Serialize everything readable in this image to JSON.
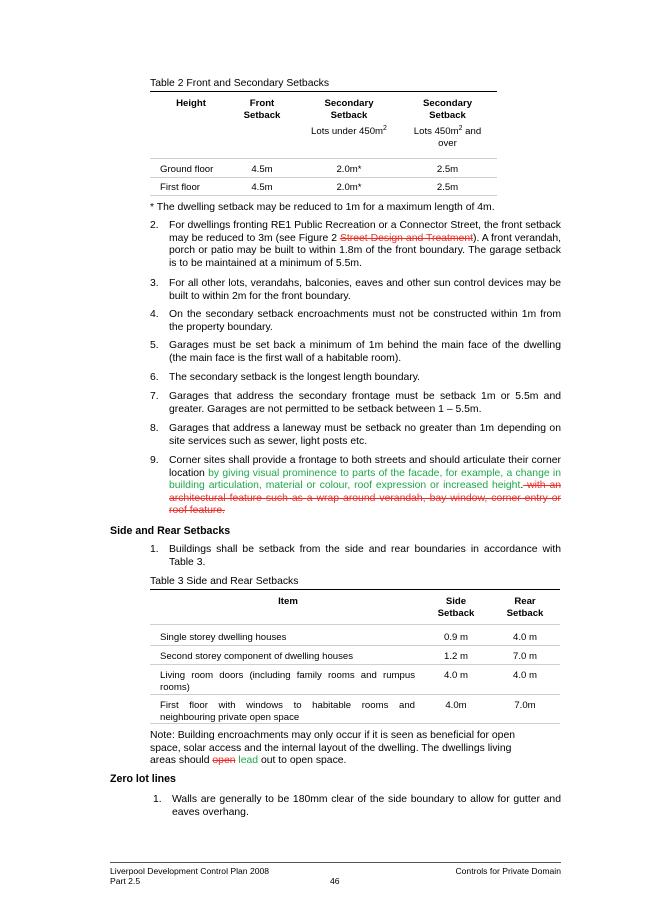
{
  "table2": {
    "caption": "Table 2 Front and Secondary Setbacks",
    "headers": {
      "height": "Height",
      "front_line1": "Front",
      "front_line2": "Setback",
      "sec1_line1": "Secondary",
      "sec1_line2": "Setback",
      "sec2_line1": "Secondary",
      "sec2_line2": "Setback"
    },
    "sub": {
      "sec1_text": "Lots under 450m",
      "sec1_sup": "2",
      "sec2_text": "Lots 450m",
      "sec2_sup": "2",
      "sec2_tail": " and",
      "sec2_line2": "over"
    },
    "rows": [
      {
        "label": "Ground floor",
        "front": "4.5m",
        "sec_under": "2.0m*",
        "sec_over": "2.5m"
      },
      {
        "label": "First floor",
        "front": "4.5m",
        "sec_under": "2.0m*",
        "sec_over": "2.5m"
      }
    ],
    "footnote": "* The dwelling setback may be reduced to 1m for a maximum length of 4m."
  },
  "items": {
    "i2": {
      "num": "2.",
      "a": "For dwellings fronting RE1 Public Recreation or a Connector Street, the front setback may be reduced to 3m (see Figure 2 ",
      "del": "Street Design and Treatment",
      "b": "). A front verandah, porch or patio may be built to within 1.8m of the front boundary. The garage setback is to be maintained at a minimum of 5.5m."
    },
    "i3": {
      "num": "3.",
      "text": "For all other lots, verandahs, balconies, eaves and other sun control devices may be built to within 2m for the front boundary."
    },
    "i4": {
      "num": "4.",
      "text": "On the secondary setback encroachments must not be constructed within 1m from the property boundary."
    },
    "i5": {
      "num": "5.",
      "text": "Garages must be set back a minimum of 1m behind the main face of the dwelling (the main face is the first wall of a habitable room)."
    },
    "i6": {
      "num": "6.",
      "text": "The secondary setback is the longest length boundary."
    },
    "i7": {
      "num": "7.",
      "text": "Garages that address the secondary frontage must be setback 1m or 5.5m and greater. Garages are not permitted to be setback between 1 – 5.5m."
    },
    "i8": {
      "num": "8.",
      "text": "Garages that address a laneway must be setback no greater than 1m depending on site services such as sewer, light posts etc."
    },
    "i9": {
      "num": "9.",
      "a": "Corner sites shall provide a frontage to both streets and should articulate their corner location ",
      "ins": "by giving visual prominence to parts of the facade, for example, a change in building articulation, material or colour, roof expression or increased height",
      "b": ".",
      "del": " with an architectural feature such as a wrap around verandah, bay window, corner entry or roof feature."
    }
  },
  "side_rear": {
    "heading": "Side and Rear Setbacks",
    "item1_num": "1.",
    "item1_text": "Buildings shall be setback from the side and rear boundaries in accordance with Table 3."
  },
  "table3": {
    "caption": "Table 3 Side and Rear Setbacks",
    "headers": {
      "item": "Item",
      "side_line1": "Side",
      "side_line2": "Setback",
      "rear_line1": "Rear",
      "rear_line2": "Setback"
    },
    "rows": [
      {
        "item": "Single storey dwelling houses",
        "side": "0.9 m",
        "rear": "4.0 m"
      },
      {
        "item": "Second storey component of dwelling houses",
        "side": "1.2 m",
        "rear": "7.0 m"
      },
      {
        "item": "Living room doors (including family rooms and rumpus rooms)",
        "side": "4.0 m",
        "rear": "4.0 m"
      },
      {
        "item": "First floor with windows to habitable rooms and neighbouring private open space",
        "side": "4.0m",
        "rear": "7.0m"
      }
    ]
  },
  "note": {
    "a": "Note: Building encroachments may only occur if it is seen as beneficial for open space, solar access and the internal layout of the dwelling. The dwellings living areas should ",
    "del": "open",
    "ins": "lead",
    "b": " out to open space."
  },
  "zero_lot": {
    "heading": "Zero lot lines",
    "item1_num": "1.",
    "item1_text": "Walls are generally to be 180mm clear of the side boundary to allow for gutter and eaves overhang."
  },
  "footer": {
    "left_line1": "Liverpool Development Control Plan 2008",
    "left_line2": "Part 2.5",
    "page_number": "46",
    "right": "Controls for Private Domain"
  }
}
